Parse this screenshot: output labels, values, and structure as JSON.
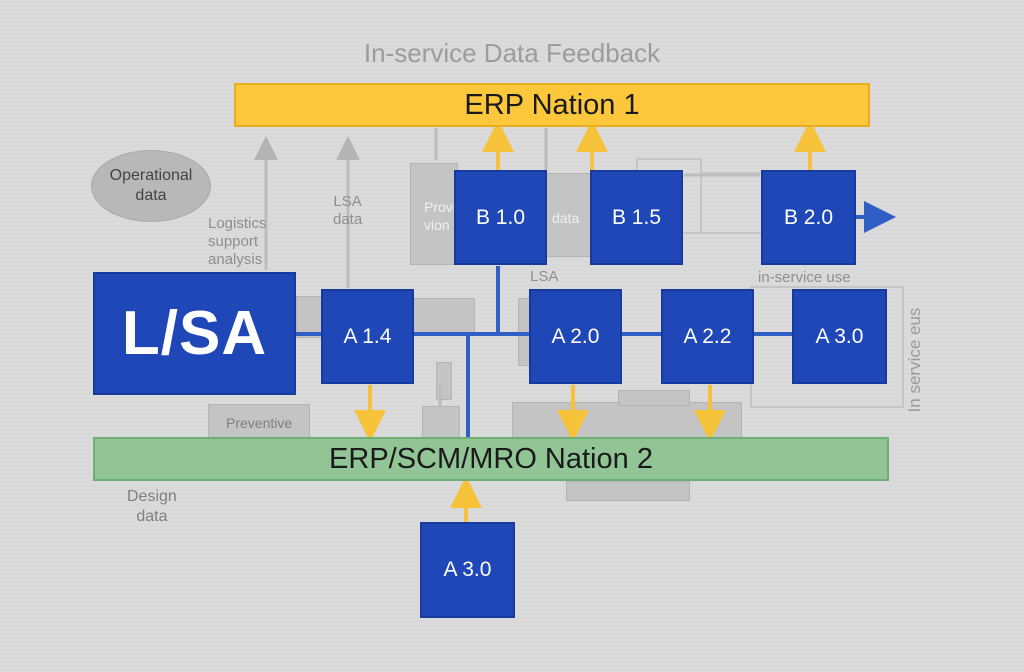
{
  "title": "In-service Data Feedback",
  "top_bar": {
    "label": "ERP Nation 1"
  },
  "bottom_bar": {
    "label": "ERP/SCM/MRO Nation 2"
  },
  "big_box": {
    "label": "L/SA"
  },
  "ellipse": {
    "line1": "Operational",
    "line2": "data"
  },
  "boxes": {
    "b10": "B 1.0",
    "b15": "B 1.5",
    "b20": "B 2.0",
    "a14": "A 1.4",
    "a20": "A 2.0",
    "a22": "A 2.2",
    "a30_right": "A 3.0",
    "a30_bottom": "A 3.0"
  },
  "ghost_labels": {
    "logistics": [
      "Logistics",
      "support",
      "analysis"
    ],
    "lsa_data": [
      "LSA",
      "data"
    ],
    "provision": [
      "Provi",
      "vion"
    ],
    "data": "data",
    "lsa": "LSA",
    "in_service_use": "in-service use",
    "preventive": "Preventive",
    "design_data": [
      "Design",
      "data"
    ],
    "vertical": "In service eus"
  },
  "colors": {
    "background": "#d9d9d9",
    "box_blue": "#1f47b8",
    "line_blue": "#2f5fc4",
    "bar_yellow": "#fcc73a",
    "bar_green": "#92c596",
    "arrow_yellow": "#f5c23a"
  }
}
